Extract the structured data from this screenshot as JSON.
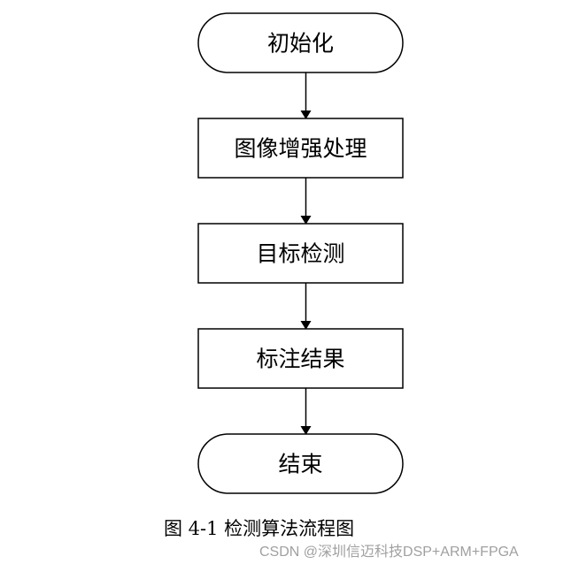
{
  "flowchart": {
    "nodes": [
      {
        "id": "start",
        "shape": "terminal",
        "label": "初始化"
      },
      {
        "id": "enhance",
        "shape": "process",
        "label": "图像增强处理"
      },
      {
        "id": "detect",
        "shape": "process",
        "label": "目标检测"
      },
      {
        "id": "annotate",
        "shape": "process",
        "label": "标注结果"
      },
      {
        "id": "end",
        "shape": "terminal",
        "label": "结束"
      }
    ],
    "edges": [
      {
        "from": "start",
        "to": "enhance"
      },
      {
        "from": "enhance",
        "to": "detect"
      },
      {
        "from": "detect",
        "to": "annotate"
      },
      {
        "from": "annotate",
        "to": "end"
      }
    ]
  },
  "caption": "图 4-1  检测算法流程图",
  "watermark": "CSDN @深圳信迈科技DSP+ARM+FPGA"
}
